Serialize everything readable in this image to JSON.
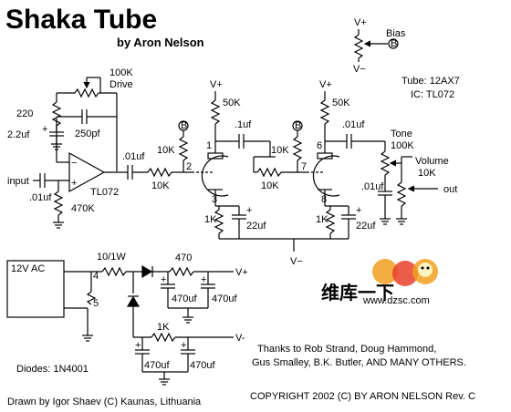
{
  "header": {
    "title": "Shaka Tube",
    "byline": "by Aron Nelson"
  },
  "bias": {
    "vplus": "V+",
    "vminus": "V−",
    "label": "Bias",
    "node": "B"
  },
  "tube_info": {
    "tube": "Tube: 12AX7",
    "ic": "IC: TL072"
  },
  "opamp_stage": {
    "r_220": "220",
    "c_2_2uf": "2.2uf",
    "drive_pot": "100K",
    "drive_label": "Drive",
    "c_250pf": "250pf",
    "input_label": "input",
    "c_01uf_in": ".01uf",
    "r_470k": "470K",
    "ic_label": "TL072",
    "c_01uf_out": ".01uf",
    "r_10k_series": "10K"
  },
  "tube_stage1": {
    "vplus": "V+",
    "r_plate": "50K",
    "c_coupling": ".1uf",
    "r_grid": "10K",
    "r_grid2": "10K",
    "r_cathode": "1K",
    "c_cathode": "22uf",
    "pin_plate": "1",
    "pin_grid": "2",
    "pin_cathode": "3",
    "bias_node": "B"
  },
  "tube_stage2": {
    "vplus": "V+",
    "r_plate": "50K",
    "c_coupling": ".01uf",
    "r_grid": "10K",
    "r_series": "10K",
    "r_cathode": "1K",
    "c_cathode": "22uf",
    "pin_plate": "6",
    "pin_grid": "7",
    "pin_cathode": "8",
    "bias_node": "B"
  },
  "tone_stage": {
    "tone_label": "Tone",
    "tone_pot": "100K",
    "c_tone": ".01uf",
    "volume_label": "Volume",
    "volume_pot": "10K",
    "output_label": "out"
  },
  "vminus_label": "V−",
  "power_supply": {
    "source": "12V AC",
    "r_10": "10/1W",
    "r_470": "470",
    "c1": "470uf",
    "c2": "470uf",
    "vplus": "V+",
    "r_1k": "1K",
    "c3": "470uf",
    "c4": "470uf",
    "vminus": "V-",
    "pin4": "4",
    "pin5": "5"
  },
  "diodes_note": "Diodes: 1N4001",
  "thanks": {
    "line1": "Thanks to Rob Strand, Doug Hammond,",
    "line2": "Gus Smalley, B.K. Butler, AND MANY OTHERS."
  },
  "copyright": "COPYRIGHT 2002 (C) BY ARON NELSON Rev. C",
  "drawn_by": "Drawn by Igor Shaev (C) Kaunas, Lithuania",
  "watermark": {
    "site_cn": "维库一下",
    "url": "www.dzsc.com",
    "colors": {
      "red": "#e8402a",
      "orange": "#f0a020",
      "blue": "#2a5fb0"
    }
  }
}
